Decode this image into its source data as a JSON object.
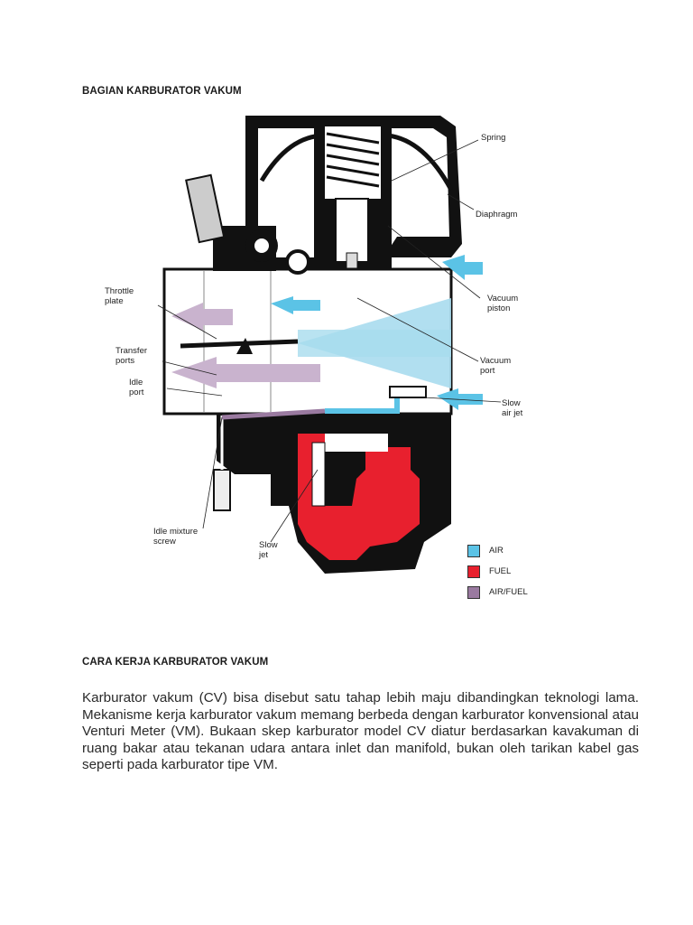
{
  "headings": {
    "diagram": "BAGIAN KARBURATOR VAKUM",
    "working": "CARA KERJA KARBURATOR VAKUM"
  },
  "diagram": {
    "labels": {
      "spring": "Spring",
      "diaphragm": "Diaphragm",
      "vacuum_piston": "Vacuum\npiston",
      "vacuum_port": "Vacuum\nport",
      "slow_air_jet": "Slow\nair jet",
      "throttle_plate": "Throttle\nplate",
      "transfer_ports": "Transfer\nports",
      "idle_port": "Idle\nport",
      "idle_mixture_screw": "Idle mixture\nscrew",
      "slow_jet": "Slow\njet"
    },
    "legend": [
      {
        "label": "AIR",
        "color": "#5bc3e6"
      },
      {
        "label": "FUEL",
        "color": "#e8202e"
      },
      {
        "label": "AIR/FUEL",
        "color": "#9a7aa0"
      }
    ]
  },
  "paragraph": "Karburator vakum (CV) bisa disebut satu tahap lebih maju dibandingkan teknologi lama. Mekanisme kerja karburator vakum memang berbeda dengan karburator konvensional atau Venturi Meter (VM). Bukaan skep karburator model CV diatur berdasarkan kavakuman di ruang bakar atau tekanan udara antara inlet dan manifold, bukan oleh tarikan kabel gas seperti pada karburator tipe VM."
}
